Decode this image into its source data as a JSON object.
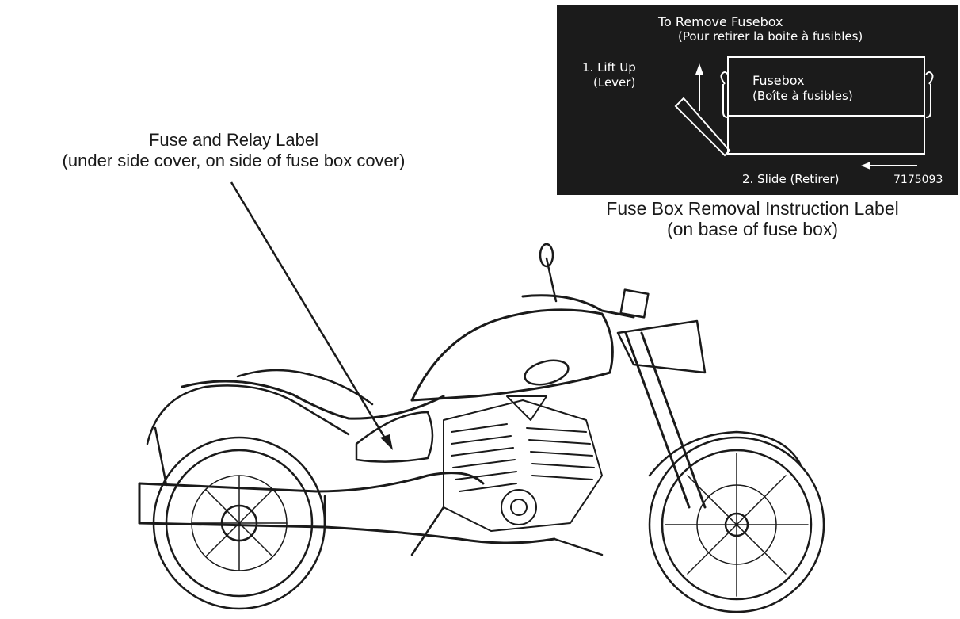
{
  "callouts": {
    "fuse_relay": {
      "line1": "Fuse and Relay Label",
      "line2": "(under side cover, on side of fuse box cover)"
    },
    "removal": {
      "line1": "Fuse Box Removal Instruction Label",
      "line2": "(on base of fuse box)"
    }
  },
  "instruction_label": {
    "title": "To Remove Fusebox",
    "subtitle": "(Pour retirer la boite à fusibles)",
    "step1": "1. Lift Up",
    "step1_note": "(Lever)",
    "box_name": "Fusebox",
    "box_name_fr": "(Boîte à fusibles)",
    "step2": "2. Slide (Retirer)",
    "part_number": "7175093"
  },
  "colors": {
    "label_background": "#1b1b1b",
    "label_text": "#ffffff",
    "line_art": "#1a1a1a"
  }
}
